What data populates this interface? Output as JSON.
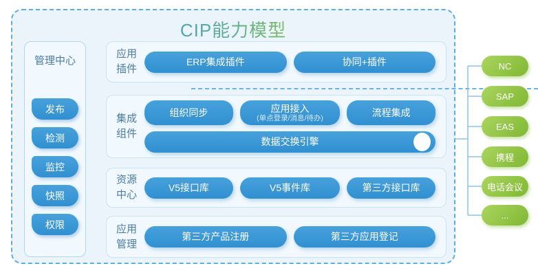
{
  "title": "CIP能力模型",
  "sidebar": {
    "title": "管理中心",
    "items": [
      "发布",
      "检测",
      "监控",
      "快照",
      "权限"
    ]
  },
  "rows": [
    {
      "label": "应用插件",
      "pills": [
        "ERP集成插件",
        "协同+插件"
      ]
    },
    {
      "label": "集成组件",
      "pills": [
        "组织同步",
        "应用接入",
        "流程集成"
      ],
      "access_subtitle": "(单点登录/消息/待办)",
      "engine_pill": "数据交换引擎"
    },
    {
      "label": "资源中心",
      "pills": [
        "V5接口库",
        "V5事件库",
        "第三方接口库"
      ]
    },
    {
      "label": "应用管理",
      "pills": [
        "第三方产品注册",
        "第三方应用登记"
      ]
    }
  ],
  "external_systems": [
    "NC",
    "SAP",
    "EAS",
    "携程",
    "电话会议",
    "..."
  ],
  "colors": {
    "pill_blue": "#3795d6",
    "pill_green": "#8cc63f",
    "title_gradient_start": "#3e9bd7",
    "title_gradient_end": "#8cc63f",
    "connector_line": "#8ac3ec",
    "dashed_border": "#59aee3",
    "panel_background": "#ebf4fb"
  }
}
